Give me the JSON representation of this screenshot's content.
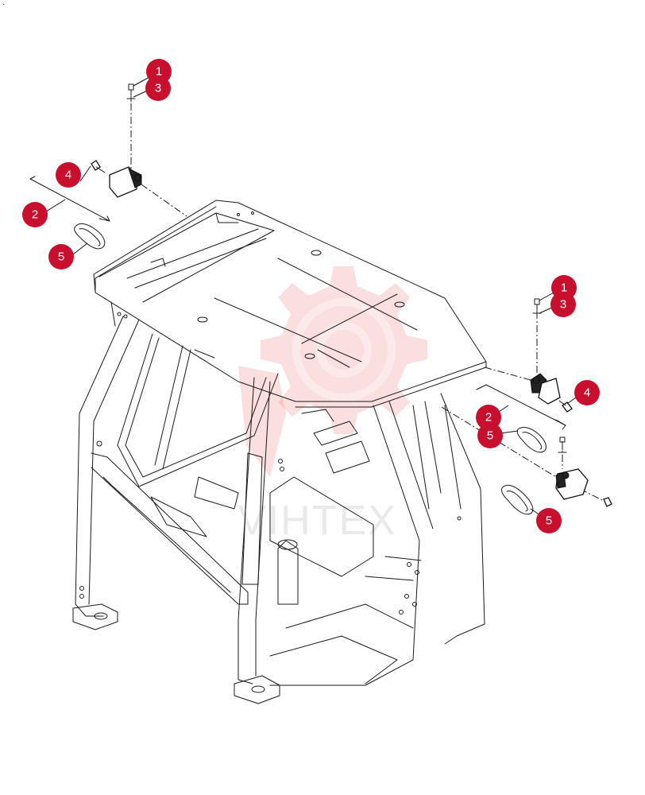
{
  "corner_mark": "·",
  "watermark": {
    "text": "VIHTEX",
    "color": "#f28b8b"
  },
  "callouts": [
    {
      "id": "c-left-1",
      "label": "1"
    },
    {
      "id": "c-left-3",
      "label": "3"
    },
    {
      "id": "c-left-4",
      "label": "4"
    },
    {
      "id": "c-left-2",
      "label": "2"
    },
    {
      "id": "c-left-5",
      "label": "5"
    },
    {
      "id": "c-right-1",
      "label": "1"
    },
    {
      "id": "c-right-3",
      "label": "3"
    },
    {
      "id": "c-right-4",
      "label": "4"
    },
    {
      "id": "c-right-2",
      "label": "2"
    },
    {
      "id": "c-right-5a",
      "label": "5"
    },
    {
      "id": "c-right-5b",
      "label": "5"
    }
  ],
  "colors": {
    "callout": "#c8102e",
    "line": "#1a1a1a",
    "background": "#ffffff"
  }
}
